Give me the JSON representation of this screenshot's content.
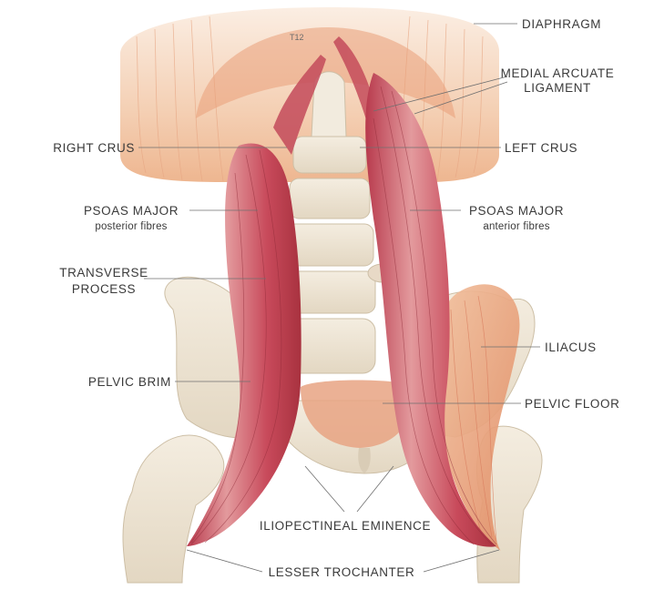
{
  "labels": {
    "diaphragm": "DIAPHRAGM",
    "medial_arcuate_1": "MEDIAL ARCUATE",
    "medial_arcuate_2": "LIGAMENT",
    "left_crus": "LEFT CRUS",
    "right_crus": "RIGHT CRUS",
    "psoas_major_right": "PSOAS MAJOR",
    "psoas_right_sub": "posterior  fibres",
    "psoas_major_left": "PSOAS MAJOR",
    "psoas_left_sub": "anterior fibres",
    "transverse_1": "TRANSVERSE",
    "transverse_2": "PROCESS",
    "iliacus": "ILIACUS",
    "pelvic_brim": "PELVIC BRIM",
    "pelvic_floor": "PELVIC FLOOR",
    "iliopectineal": "ILIOPECTINEAL EMINENCE",
    "lesser_trochanter": "LESSER TROCHANTER",
    "vertebra": "T12"
  },
  "colors": {
    "diaphragm": "#f3cfb4",
    "diaphragm_dark": "#e8a680",
    "bone": "#efe6d6",
    "bone_shade": "#d9ccb6",
    "psoas": "#c9485a",
    "psoas_light": "#e8a2a4",
    "iliacus": "#eba27a",
    "pelvic_floor": "#e59a7a"
  }
}
